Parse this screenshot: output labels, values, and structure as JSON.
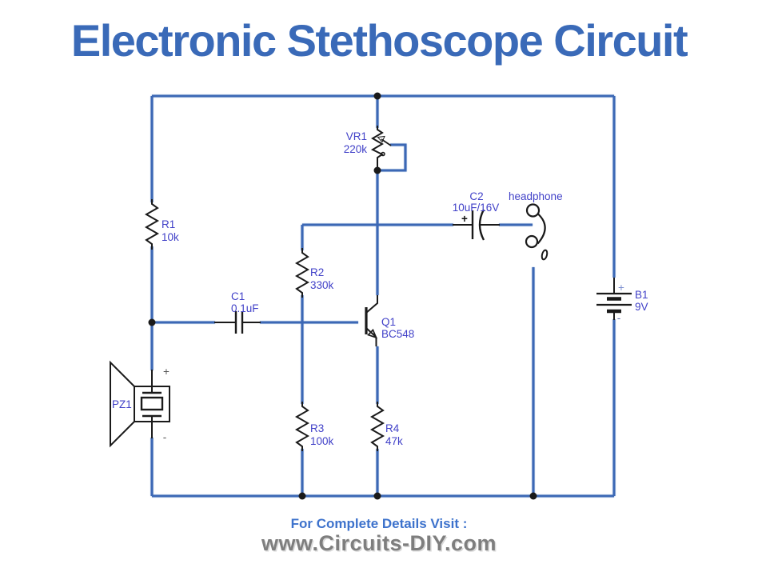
{
  "title": "Electronic Stethoscope Circuit",
  "footer": {
    "visit_text": "For Complete Details Visit :",
    "website": "www.Circuits-DIY.com"
  },
  "colors": {
    "wire": "#3c68b5",
    "symbol": "#1a1a1a",
    "label": "#4141c8",
    "title": "#3a6ab8",
    "footer_blue": "#3d72cc",
    "footer_gray": "#7e7e7e"
  },
  "components": {
    "vr1": {
      "ref": "VR1",
      "value": "220k"
    },
    "r1": {
      "ref": "R1",
      "value": "10k"
    },
    "r2": {
      "ref": "R2",
      "value": "330k"
    },
    "r3": {
      "ref": "R3",
      "value": "100k"
    },
    "r4": {
      "ref": "R4",
      "value": "47k"
    },
    "c1": {
      "ref": "C1",
      "value": "0.1uF"
    },
    "c2": {
      "ref": "C2",
      "value": "10uF/16V"
    },
    "q1": {
      "ref": "Q1",
      "value": "BC548"
    },
    "b1": {
      "ref": "B1",
      "value": "9V"
    },
    "pz1": {
      "ref": "PZ1"
    },
    "headphone": {
      "label": "headphone"
    }
  },
  "polarity": {
    "plus": "+",
    "minus": "-"
  }
}
